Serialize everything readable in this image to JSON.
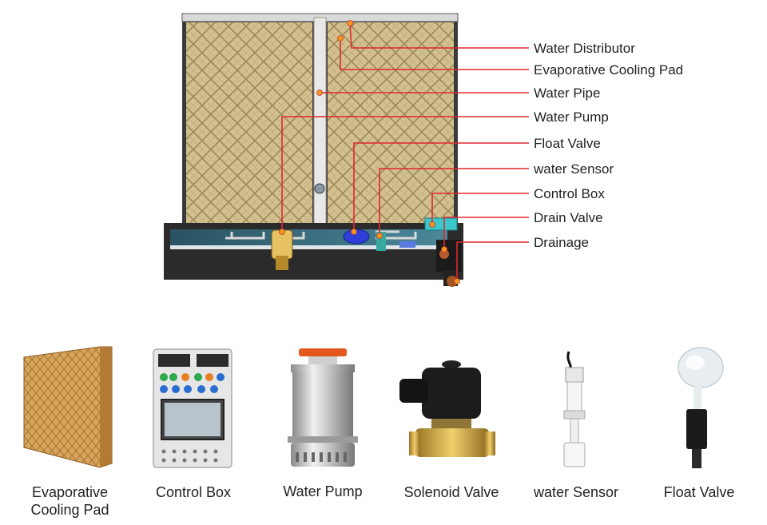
{
  "callouts": [
    {
      "label": "Water Distributor"
    },
    {
      "label": "Evaporative Cooling Pad"
    },
    {
      "label": "Water Pipe"
    },
    {
      "label": "Water Pump"
    },
    {
      "label": "Float Valve"
    },
    {
      "label": "water Sensor"
    },
    {
      "label": "Control Box"
    },
    {
      "label": "Drain Valve"
    },
    {
      "label": "Drainage"
    }
  ],
  "components": [
    {
      "line1": "Evaporative",
      "line2": "Cooling Pad"
    },
    {
      "line1": "Control Box"
    },
    {
      "line1": "Water Pump"
    },
    {
      "line1": "Solenoid Valve"
    },
    {
      "line1": "water Sensor"
    },
    {
      "line1": "Float Valve"
    }
  ],
  "colors": {
    "leader_line": "#e0282e",
    "dot": "#f7941d",
    "pad": "#cdb98a",
    "water": "#2f6f86",
    "tank": "#2b2b2b"
  }
}
